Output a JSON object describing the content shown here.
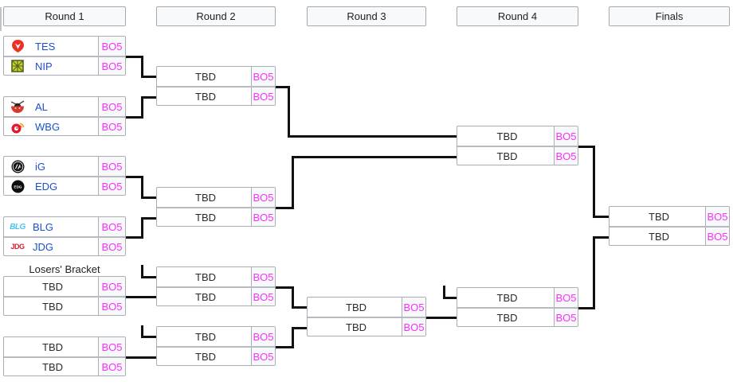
{
  "headers": {
    "round1": "Round 1",
    "round2": "Round 2",
    "round3": "Round 3",
    "round4": "Round 4",
    "finals": "Finals"
  },
  "labels": {
    "losers_bracket": "Losers' Bracket",
    "tbd": "TBD"
  },
  "icons": {
    "blg_glyph": "BLG",
    "jdg_glyph": "JDG",
    "edg_glyph": "EDG"
  },
  "colors": {
    "team_link_blue": "#1b50cf",
    "bestof_magenta": "#fc2ffc",
    "tes_red": "#ee3124",
    "nip_green": "#c6d22e",
    "al_red": "#d63a2f",
    "wbg_red": "#e6162d",
    "wbg_orange": "#f0a02c",
    "ig_black": "#141414",
    "edg_black": "#0d0d0d",
    "blg_cyan": "#49c4f2",
    "jdg_red": "#cf1f2f",
    "connector_black": "#111111",
    "header_bg": "#f8f9fa"
  },
  "matches": {
    "ub_qf1": {
      "top": {
        "team": "TES",
        "bo": "BO5"
      },
      "bottom": {
        "team": "NIP",
        "bo": "BO5"
      }
    },
    "ub_qf2": {
      "top": {
        "team": "AL",
        "bo": "BO5"
      },
      "bottom": {
        "team": "WBG",
        "bo": "BO5"
      }
    },
    "ub_qf3": {
      "top": {
        "team": "iG",
        "bo": "BO5"
      },
      "bottom": {
        "team": "EDG",
        "bo": "BO5"
      }
    },
    "ub_qf4": {
      "top": {
        "team": "BLG",
        "bo": "BO5"
      },
      "bottom": {
        "team": "JDG",
        "bo": "BO5"
      }
    },
    "lb_r1m1": {
      "top": {
        "team": "TBD",
        "bo": "BO5"
      },
      "bottom": {
        "team": "TBD",
        "bo": "BO5"
      }
    },
    "lb_r1m2": {
      "top": {
        "team": "TBD",
        "bo": "BO5"
      },
      "bottom": {
        "team": "TBD",
        "bo": "BO5"
      }
    },
    "ub_sf1": {
      "top": {
        "team": "TBD",
        "bo": "BO5"
      },
      "bottom": {
        "team": "TBD",
        "bo": "BO5"
      }
    },
    "ub_sf2": {
      "top": {
        "team": "TBD",
        "bo": "BO5"
      },
      "bottom": {
        "team": "TBD",
        "bo": "BO5"
      }
    },
    "lb_r2m1": {
      "top": {
        "team": "TBD",
        "bo": "BO5"
      },
      "bottom": {
        "team": "TBD",
        "bo": "BO5"
      }
    },
    "lb_r2m2": {
      "top": {
        "team": "TBD",
        "bo": "BO5"
      },
      "bottom": {
        "team": "TBD",
        "bo": "BO5"
      }
    },
    "lb_r3": {
      "top": {
        "team": "TBD",
        "bo": "BO5"
      },
      "bottom": {
        "team": "TBD",
        "bo": "BO5"
      }
    },
    "ub_final": {
      "top": {
        "team": "TBD",
        "bo": "BO5"
      },
      "bottom": {
        "team": "TBD",
        "bo": "BO5"
      }
    },
    "lb_final": {
      "top": {
        "team": "TBD",
        "bo": "BO5"
      },
      "bottom": {
        "team": "TBD",
        "bo": "BO5"
      }
    },
    "grand_final": {
      "top": {
        "team": "TBD",
        "bo": "BO5"
      },
      "bottom": {
        "team": "TBD",
        "bo": "BO5"
      }
    }
  }
}
